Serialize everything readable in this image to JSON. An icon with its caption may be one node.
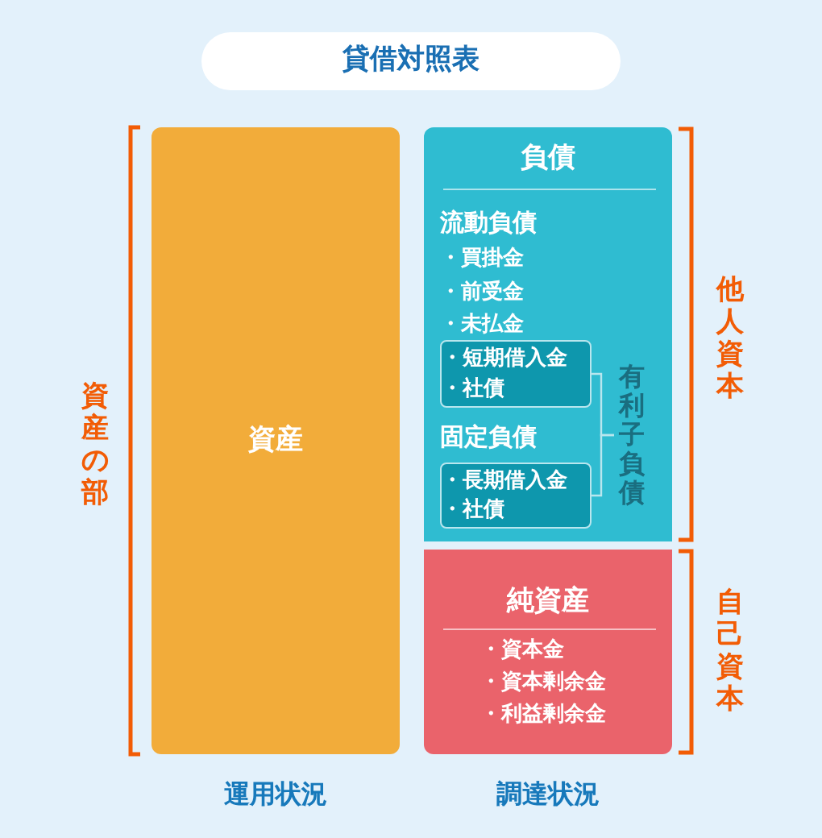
{
  "diagram": {
    "title": "貸借対照表",
    "nodes": [
      {
        "text": [
          "資産"
        ]
      },
      {
        "text": [
          "負債",
          "流動負債",
          "・買掛金",
          "・前受金",
          "・未払金",
          "固定負債"
        ]
      },
      {
        "text": [
          "・短期借入金",
          "・社債"
        ],
        "in": 1
      },
      {
        "text": [
          "・長期借入金",
          "・社債"
        ],
        "in": 1
      },
      {
        "text": [
          "有利子負債"
        ],
        "in": 1
      },
      {
        "text": [
          "純資産",
          "・資本金",
          "・資本剰余金",
          "・利益剰余金"
        ]
      }
    ],
    "edges": [
      {
        "from": 2,
        "to": 4,
        "arrow": "none"
      },
      {
        "from": 3,
        "to": 4,
        "arrow": "none"
      }
    ],
    "labels": [
      "資産の部",
      "他人資本",
      "自己資本",
      "運用状況",
      "調達状況"
    ]
  }
}
